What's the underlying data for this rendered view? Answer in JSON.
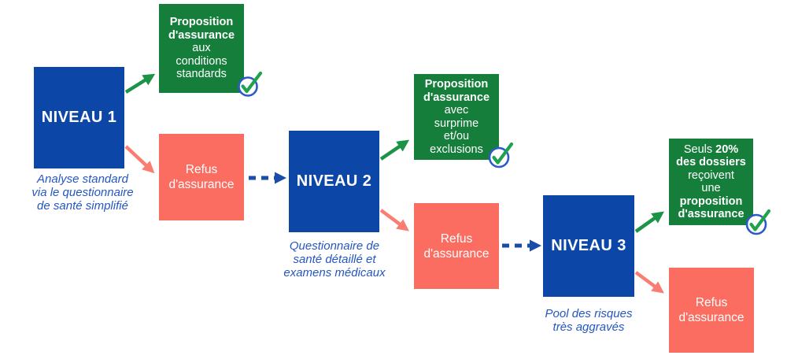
{
  "diagram_title": "Insurance underwriting levels flowchart",
  "colors": {
    "level_blue": "#0c47a8",
    "outcome_green": "#157e3b",
    "refusal_salmon": "#fa6d60",
    "arrow_green": "#1b9447",
    "arrow_salmon": "#f97e71",
    "arrow_blue": "#1a4da9",
    "caption_blue": "#2456c4",
    "check_ring_blue": "#2a5bc6",
    "check_green": "#1ea24c"
  },
  "icons": {
    "success_check": "check-in-circle"
  },
  "levels": [
    {
      "label": "NIVEAU 1",
      "caption_lines": [
        "Analyse standard",
        "via le questionnaire",
        "de santé simplifié"
      ]
    },
    {
      "label": "NIVEAU 2",
      "caption_lines": [
        "Questionnaire de",
        "santé détaillé et",
        "examens médicaux"
      ]
    },
    {
      "label": "NIVEAU 3",
      "caption_lines": [
        "Pool des risques",
        "très aggravés"
      ]
    }
  ],
  "acceptances": [
    {
      "lines": [
        {
          "text": "Proposition",
          "bold": true
        },
        {
          "text": "d'assurance",
          "bold": true
        },
        {
          "text": "aux",
          "bold": false
        },
        {
          "text": "conditions",
          "bold": false
        },
        {
          "text": "standards",
          "bold": false
        }
      ]
    },
    {
      "lines": [
        {
          "text": "Proposition",
          "bold": true
        },
        {
          "text": "d'assurance",
          "bold": true
        },
        {
          "text": "avec",
          "bold": false
        },
        {
          "text": "surprime",
          "bold": false
        },
        {
          "text": "et/ou",
          "bold": false
        },
        {
          "text": "exclusions",
          "bold": false
        }
      ]
    },
    {
      "lines": [
        {
          "parts": [
            {
              "text": "Seuls ",
              "bold": false
            },
            {
              "text": "20%",
              "bold": true
            }
          ]
        },
        {
          "text": "des dossiers",
          "bold": true
        },
        {
          "text": "reçoivent",
          "bold": false
        },
        {
          "text": "une",
          "bold": false
        },
        {
          "text": "proposition",
          "bold": true
        },
        {
          "text": "d'assurance",
          "bold": true
        }
      ]
    }
  ],
  "refusals": [
    {
      "text": "Refus d'assurance"
    },
    {
      "text": "Refus d'assurance"
    },
    {
      "text": "Refus d'assurance"
    }
  ]
}
